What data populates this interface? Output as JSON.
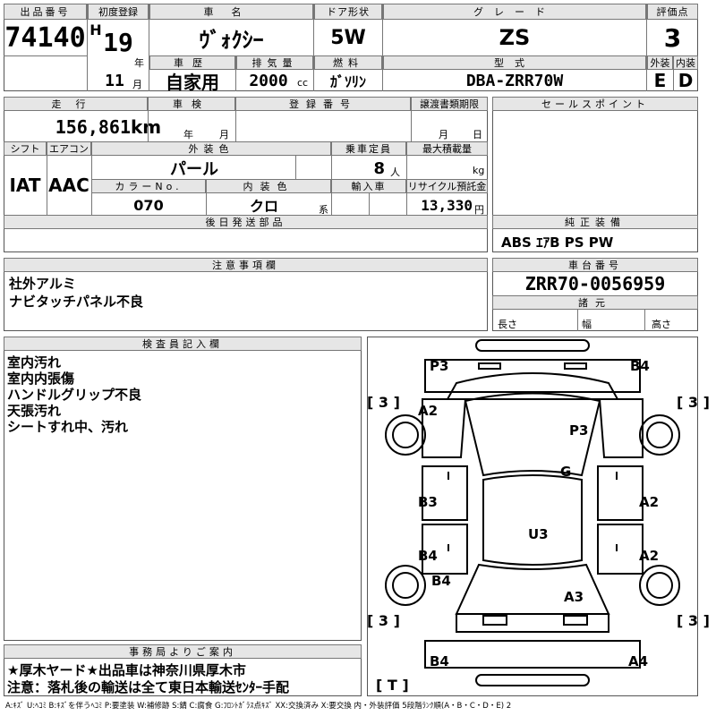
{
  "header": {
    "lot_label": "出品番号",
    "lot_no": "74140",
    "reg_label": "初度登録",
    "era": "H",
    "reg_year": "19",
    "year_unit": "年",
    "reg_month": "11",
    "month_unit": "月",
    "name_label": "車名",
    "car_name": "ｳﾞｫｸｼｰ",
    "door_label": "ドア形状",
    "door": "5W",
    "grade_label": "グレード",
    "grade": "ZS",
    "score_label": "評価点",
    "score": "3",
    "history_label": "車歴",
    "history": "自家用",
    "cc_label": "排気量",
    "cc": "2000",
    "cc_unit": "cc",
    "fuel_label": "燃料",
    "fuel": "ｶﾞｿﾘﾝ",
    "model_label": "型式",
    "model": "DBA-ZRR70W",
    "ext_label": "外装",
    "ext_grade": "E",
    "int_label": "内装",
    "int_grade": "D"
  },
  "info": {
    "mileage_label": "走行",
    "mileage": "156,861",
    "mileage_unit": "km",
    "inspection_label": "車検",
    "insp_year_unit": "年",
    "insp_month_unit": "月",
    "regno_label": "登録番号",
    "transfer_label": "譲渡書類期限",
    "transfer_month_unit": "月",
    "transfer_day_unit": "日",
    "shift_label": "シフト",
    "shift": "IAT",
    "ac_label": "エアコン",
    "ac": "AAC",
    "color_label": "外装色",
    "color": "パール",
    "capacity_label": "乗車定員",
    "capacity": "8",
    "capacity_unit": "人",
    "load_label": "最大積載量",
    "load_unit": "kg",
    "colorno_label": "カラーNo.",
    "colorno": "070",
    "intcolor_label": "内装色",
    "intcolor": "クロ",
    "intcolor_unit": "系",
    "import_label": "輸入車",
    "recycle_label": "リサイクル預託金",
    "recycle": "13,330",
    "recycle_unit": "円",
    "later_parts_label": "後日発送部品"
  },
  "sales": {
    "label": "セールスポイント"
  },
  "equipment": {
    "label": "純正装備",
    "value": "ABS ｴｱB PS PW"
  },
  "notes": {
    "label": "注意事項欄",
    "lines": [
      "社外アルミ",
      "ナビタッチパネル不良"
    ]
  },
  "chassis": {
    "label": "車台番号",
    "value": "ZRR70-0056959"
  },
  "dims": {
    "label": "諸元",
    "length": "長さ",
    "width": "幅",
    "height": "高さ"
  },
  "inspector": {
    "label": "検査員記入欄",
    "lines": [
      "室内汚れ",
      "室内内張傷",
      "ハンドルグリップ不良",
      "天張汚れ",
      "シートすれ中、汚れ"
    ]
  },
  "office": {
    "label": "事務局よりご案内",
    "line1": "★厚木ヤード★出品車は神奈川県厚木市",
    "line2": "注意：落札後の輸送は全て東日本輸送ｾﾝﾀｰ手配"
  },
  "legend": "A:ｷｽﾞ U:ﾍｺﾐ B:ｷｽﾞを伴うﾍｺﾐ P:要塗装 W:補修跡 S:錆 C:腐食 G:ﾌﾛﾝﾄｶﾞﾗｽ点ｷｽﾞ XX:交換済み X:要交換 内・外装評価 5段階ﾗﾝｸ順(A・B・C・D・E) 2",
  "diagram": {
    "front_left": "P3",
    "front_right": "B4",
    "tire_fl": "[ 3 ]",
    "tire_fr": "[ 3 ]",
    "tire_rl": "[ 3 ]",
    "tire_rr": "[ 3 ]",
    "fender_l": "A2",
    "hood": "P3",
    "glass": "G",
    "door_fl": "B3",
    "door_fr": "A2",
    "door_rl": "B4",
    "door_rr": "A2",
    "roof": "U3",
    "quarter_l": "B4",
    "back": "A3",
    "rear_left": "B4",
    "rear_right": "A4",
    "spare": "[ T ]"
  }
}
